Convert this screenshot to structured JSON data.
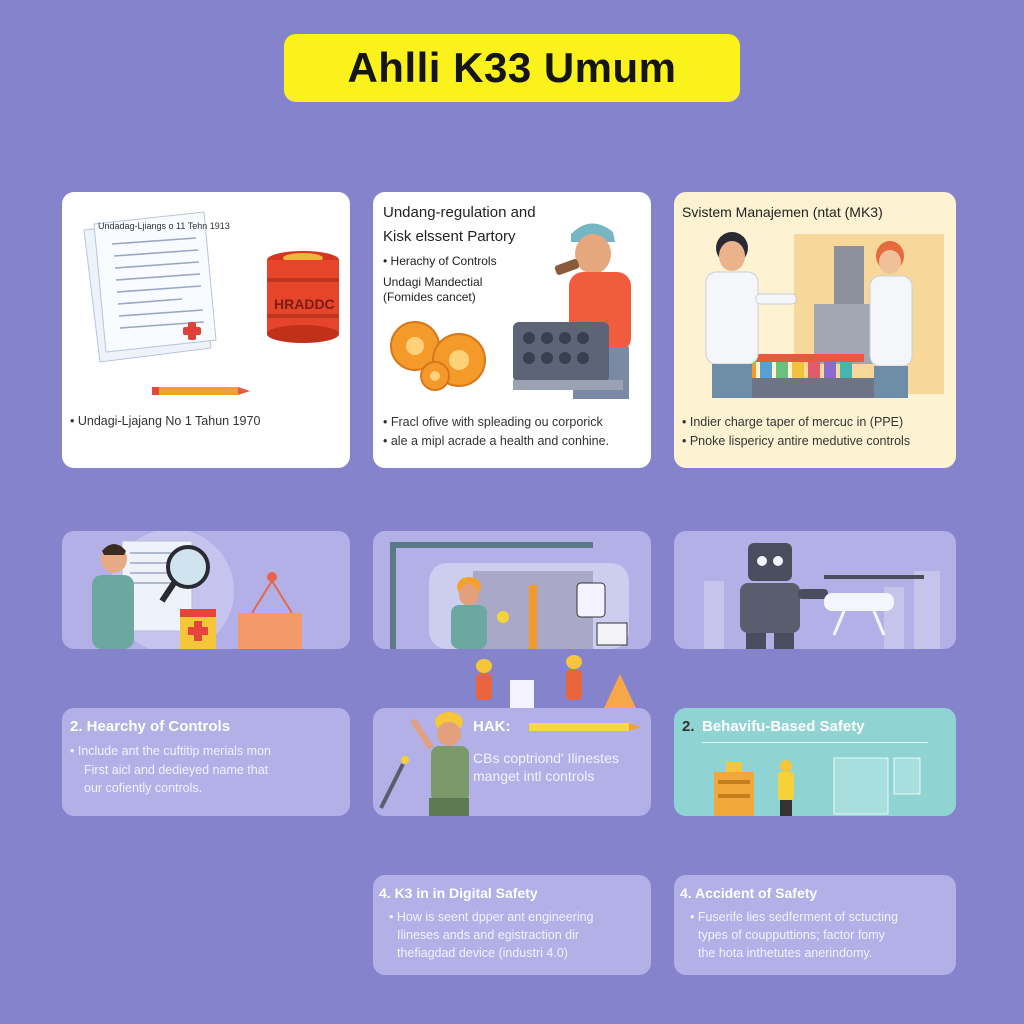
{
  "title": "Ahlli K33 Umum",
  "card1": {
    "doc_heading": "Undadag-Ljiangs o 11 Tehn 1913",
    "barrel_label": "HRADDC",
    "bullet": "• Undagi-Ljajang No 1 Tahun 1970"
  },
  "card2": {
    "heading_line1": "Undang-regulation and",
    "heading_line2": "Kisk elssent Partory",
    "sub1": "• Herachy of Controls",
    "sub2": "Undagi Mandectial",
    "sub3": "(Fomides cancet)",
    "bullet1": "• Fracl ofive with spleading ou corporick",
    "bullet2": "• ale a mipl acrade a health and conhine."
  },
  "card3": {
    "heading": "Svistem Manajemen (ntat (MK3)",
    "bullet1": "• Indier charge taper of mercuc in (PPE)",
    "bullet2": "• Pnoke lispericy antire medutive controls"
  },
  "text1": {
    "heading": "2.  Hearchy of Controls",
    "line1": "• Include ant the cuftitip merials mon",
    "line2": "First aicl and dedieyed name that",
    "line3": "our cofiently controls."
  },
  "text2": {
    "heading": "HAK:",
    "line1": "CBs coptriond' Ilinestes",
    "line2": "manget intl controls"
  },
  "text3": {
    "num": "2.",
    "heading": "Behavifu-Based Safety"
  },
  "bottom1": {
    "heading": "4.  K3 in in Digital Safety",
    "line1": "• How is seent dpper ant engineering",
    "line2": "Ilineses ands and egistraction dir",
    "line3": "thefiagdad device (industri 4.0)"
  },
  "bottom2": {
    "heading": "4.  Accident of Safety",
    "line1": "• Fuserife lies sedferment of sctucting",
    "line2": "types of coupputtions; factor fomy",
    "line3": "the hota inthetutes anerindomy."
  }
}
